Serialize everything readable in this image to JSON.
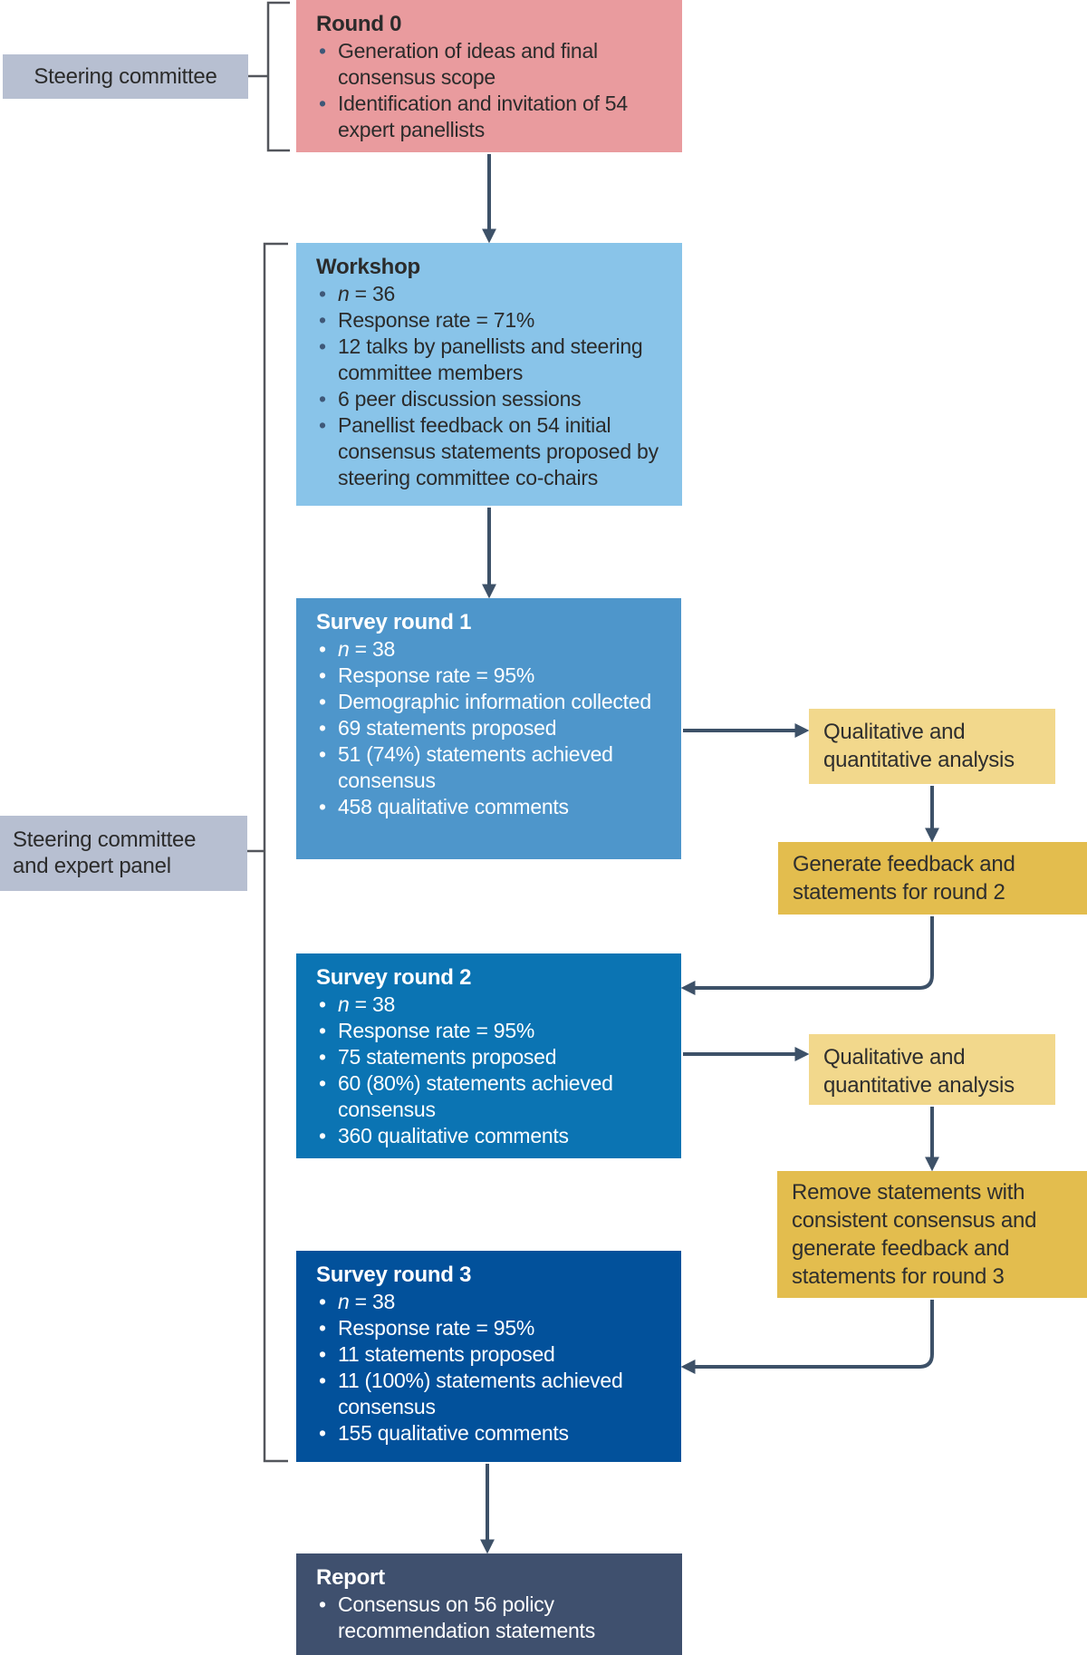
{
  "figure": {
    "type": "flowchart",
    "description": "Delphi consensus process flow diagram"
  },
  "side_labels": {
    "steering_committee": "Steering committee",
    "steering_committee_and_expert_panel": "Steering committee and expert panel"
  },
  "boxes": {
    "round0": {
      "title": "Round 0",
      "bullets": [
        "Generation of ideas and final consensus scope",
        "Identification and invitation of 54 expert panellists"
      ]
    },
    "workshop": {
      "title": "Workshop",
      "bullets": [
        "n = 36",
        "Response rate = 71%",
        "12 talks by panellists and steering committee members",
        "6 peer discussion sessions",
        "Panellist feedback on 54 initial consensus statements proposed by steering committee co-chairs"
      ]
    },
    "survey_round_1": {
      "title": "Survey round 1",
      "bullets": [
        "n = 38",
        "Response rate = 95%",
        "Demographic information collected",
        "69 statements proposed",
        "51 (74%) statements achieved consensus",
        "458 qualitative comments"
      ]
    },
    "analysis_1": {
      "text": "Qualitative and quantitative analysis"
    },
    "generate_feedback_round_2": {
      "text": "Generate feedback and statements for round 2"
    },
    "survey_round_2": {
      "title": "Survey round 2",
      "bullets": [
        "n = 38",
        "Response rate = 95%",
        "75 statements proposed",
        "60 (80%) statements achieved consensus",
        "360 qualitative comments"
      ]
    },
    "analysis_2": {
      "text": "Qualitative and quantitative analysis"
    },
    "remove_statements_round_3": {
      "text": "Remove statements with consistent consensus and generate feedback and statements for round 3"
    },
    "survey_round_3": {
      "title": "Survey round 3",
      "bullets": [
        "n = 38",
        "Response rate = 95%",
        "11 statements proposed",
        "11 (100%) statements achieved consensus",
        "155 qualitative comments"
      ]
    },
    "report": {
      "title": "Report",
      "bullets": [
        "Consensus on 56 policy recommendation statements"
      ]
    }
  },
  "colors": {
    "round0_bg": "#e99b9e",
    "workshop_bg": "#89c4e9",
    "survey1_bg": "#4e96cb",
    "survey2_bg": "#0b74b3",
    "survey3_bg": "#02519b",
    "report_bg": "#3f506e",
    "analysis_bg": "#f2d88c",
    "feedback_bg": "#e3bd4e",
    "side_label_bg": "#b7bfd1",
    "arrow": "#3d5168",
    "bracket": "#53565c",
    "bullet_dark": "#3f5878",
    "text_dark": "#2b2b2b",
    "text_light": "#ffffff"
  }
}
